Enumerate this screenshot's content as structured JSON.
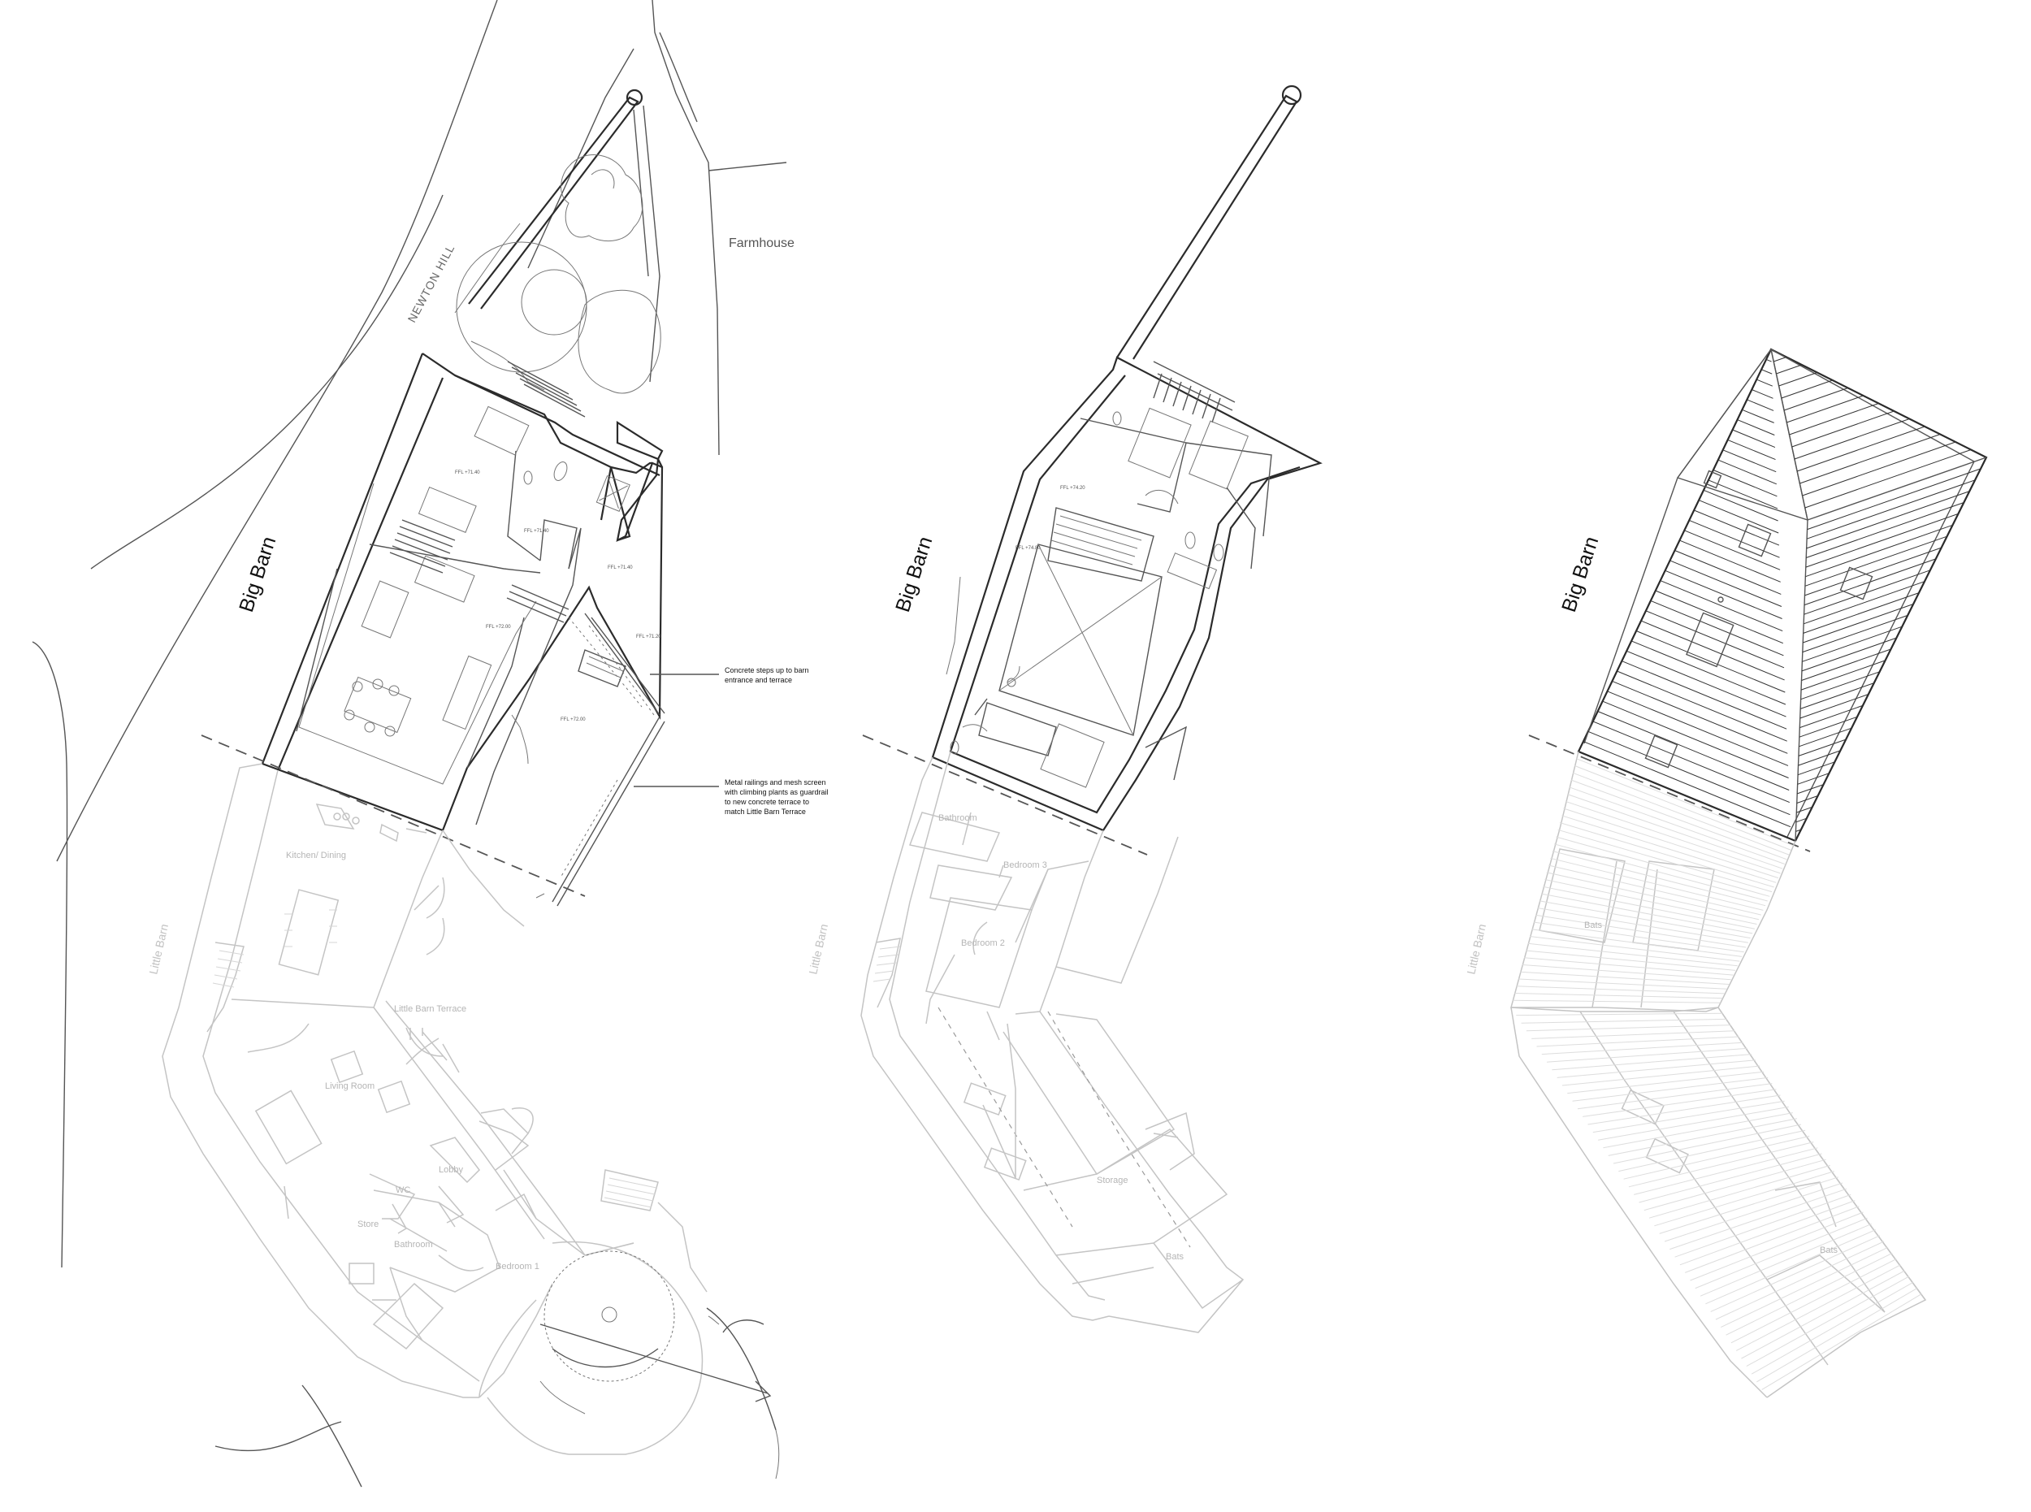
{
  "labels": {
    "big_barn": "Big Barn",
    "newton_hill": "NEWTON HILL",
    "farmhouse": "Farmhouse",
    "little_barn": "Little Barn"
  },
  "ground_floor": {
    "ffl": [
      "FFL +71.40",
      "FFL +71.40",
      "FFL +71.40",
      "FFL +72.00",
      "FFL +71.20",
      "FFL +72.00"
    ],
    "rooms": {
      "kitchen_dining": "Kitchen/ Dining",
      "little_barn_terrace": "Little Barn Terrace",
      "living_room": "Living Room",
      "lobby": "Lobby",
      "wc": "WC",
      "store": "Store",
      "bathroom": "Bathroom",
      "bedroom_1": "Bedroom 1"
    },
    "notes": {
      "steps_line1": "Concrete steps up to barn",
      "steps_line2": "entrance and terrace",
      "railing_line1": "Metal railings and mesh screen",
      "railing_line2": "with climbing plants as guardrail",
      "railing_line3": "to new concrete terrace to",
      "railing_line4": "match Little Barn Terrace"
    }
  },
  "first_floor": {
    "ffl": [
      "FFL +74.20",
      "FFL +74.80"
    ],
    "rooms": {
      "bathroom": "Bathroom",
      "bedroom_3": "Bedroom 3",
      "bedroom_2": "Bedroom 2",
      "storage": "Storage",
      "bats": "Bats"
    }
  },
  "roof_plan": {
    "rooms": {
      "bats_upper": "Bats",
      "bats_lower": "Bats"
    }
  },
  "colors": {
    "ink_dark": "#2b2b2b",
    "ink_light": "#c4c4c4",
    "background": "#ffffff"
  }
}
